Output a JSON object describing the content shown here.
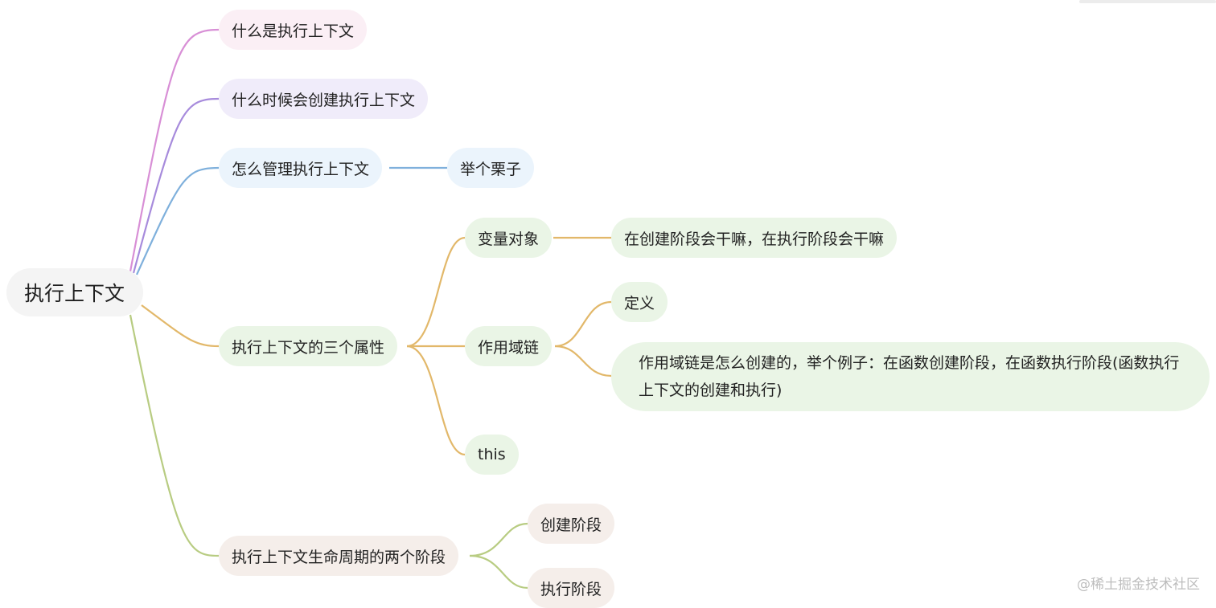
{
  "root": {
    "label": "执行上下文"
  },
  "branches": [
    {
      "label": "什么是执行上下文",
      "color": "#d88fd6"
    },
    {
      "label": "什么时候会创建执行上下文",
      "color": "#a78bdc"
    },
    {
      "label": "怎么管理执行上下文",
      "color": "#7fb0dc",
      "children": [
        "举个栗子"
      ]
    },
    {
      "label": "执行上下文的三个属性",
      "color": "#e2b86a",
      "children": [
        {
          "label": "变量对象",
          "children": [
            "在创建阶段会干嘛，在执行阶段会干嘛"
          ]
        },
        {
          "label": "作用域链",
          "children": [
            "定义",
            "作用域链是怎么创建的，举个例子：在函数创建阶段，在函数执行阶段(函数执行上下文的创建和执行)"
          ]
        },
        {
          "label": "this"
        }
      ]
    },
    {
      "label": "执行上下文生命周期的两个阶段",
      "color": "#b8cc82",
      "children": [
        "创建阶段",
        "执行阶段"
      ]
    }
  ],
  "watermark": "@稀土掘金技术社区"
}
